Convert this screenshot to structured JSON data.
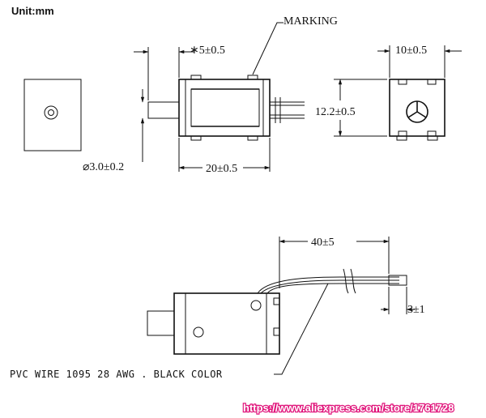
{
  "units_label": "Unit:mm",
  "top_view": {
    "marking_label": "MARKING",
    "stroke_dim": "∗5±0.5",
    "plunger_diameter_dim": "⌀3.0±0.2",
    "body_length_dim": "20±0.5",
    "body_height_dim": "12.2±0.5",
    "end_width_dim": "10±0.5"
  },
  "bottom_view": {
    "wire_length_dim": "40±5",
    "strip_length_dim": "3±1",
    "wire_note": "PVC WIRE 1095 28 AWG . BLACK COLOR"
  },
  "watermark_url": "https://www.aliexpress.com/store/1761728"
}
